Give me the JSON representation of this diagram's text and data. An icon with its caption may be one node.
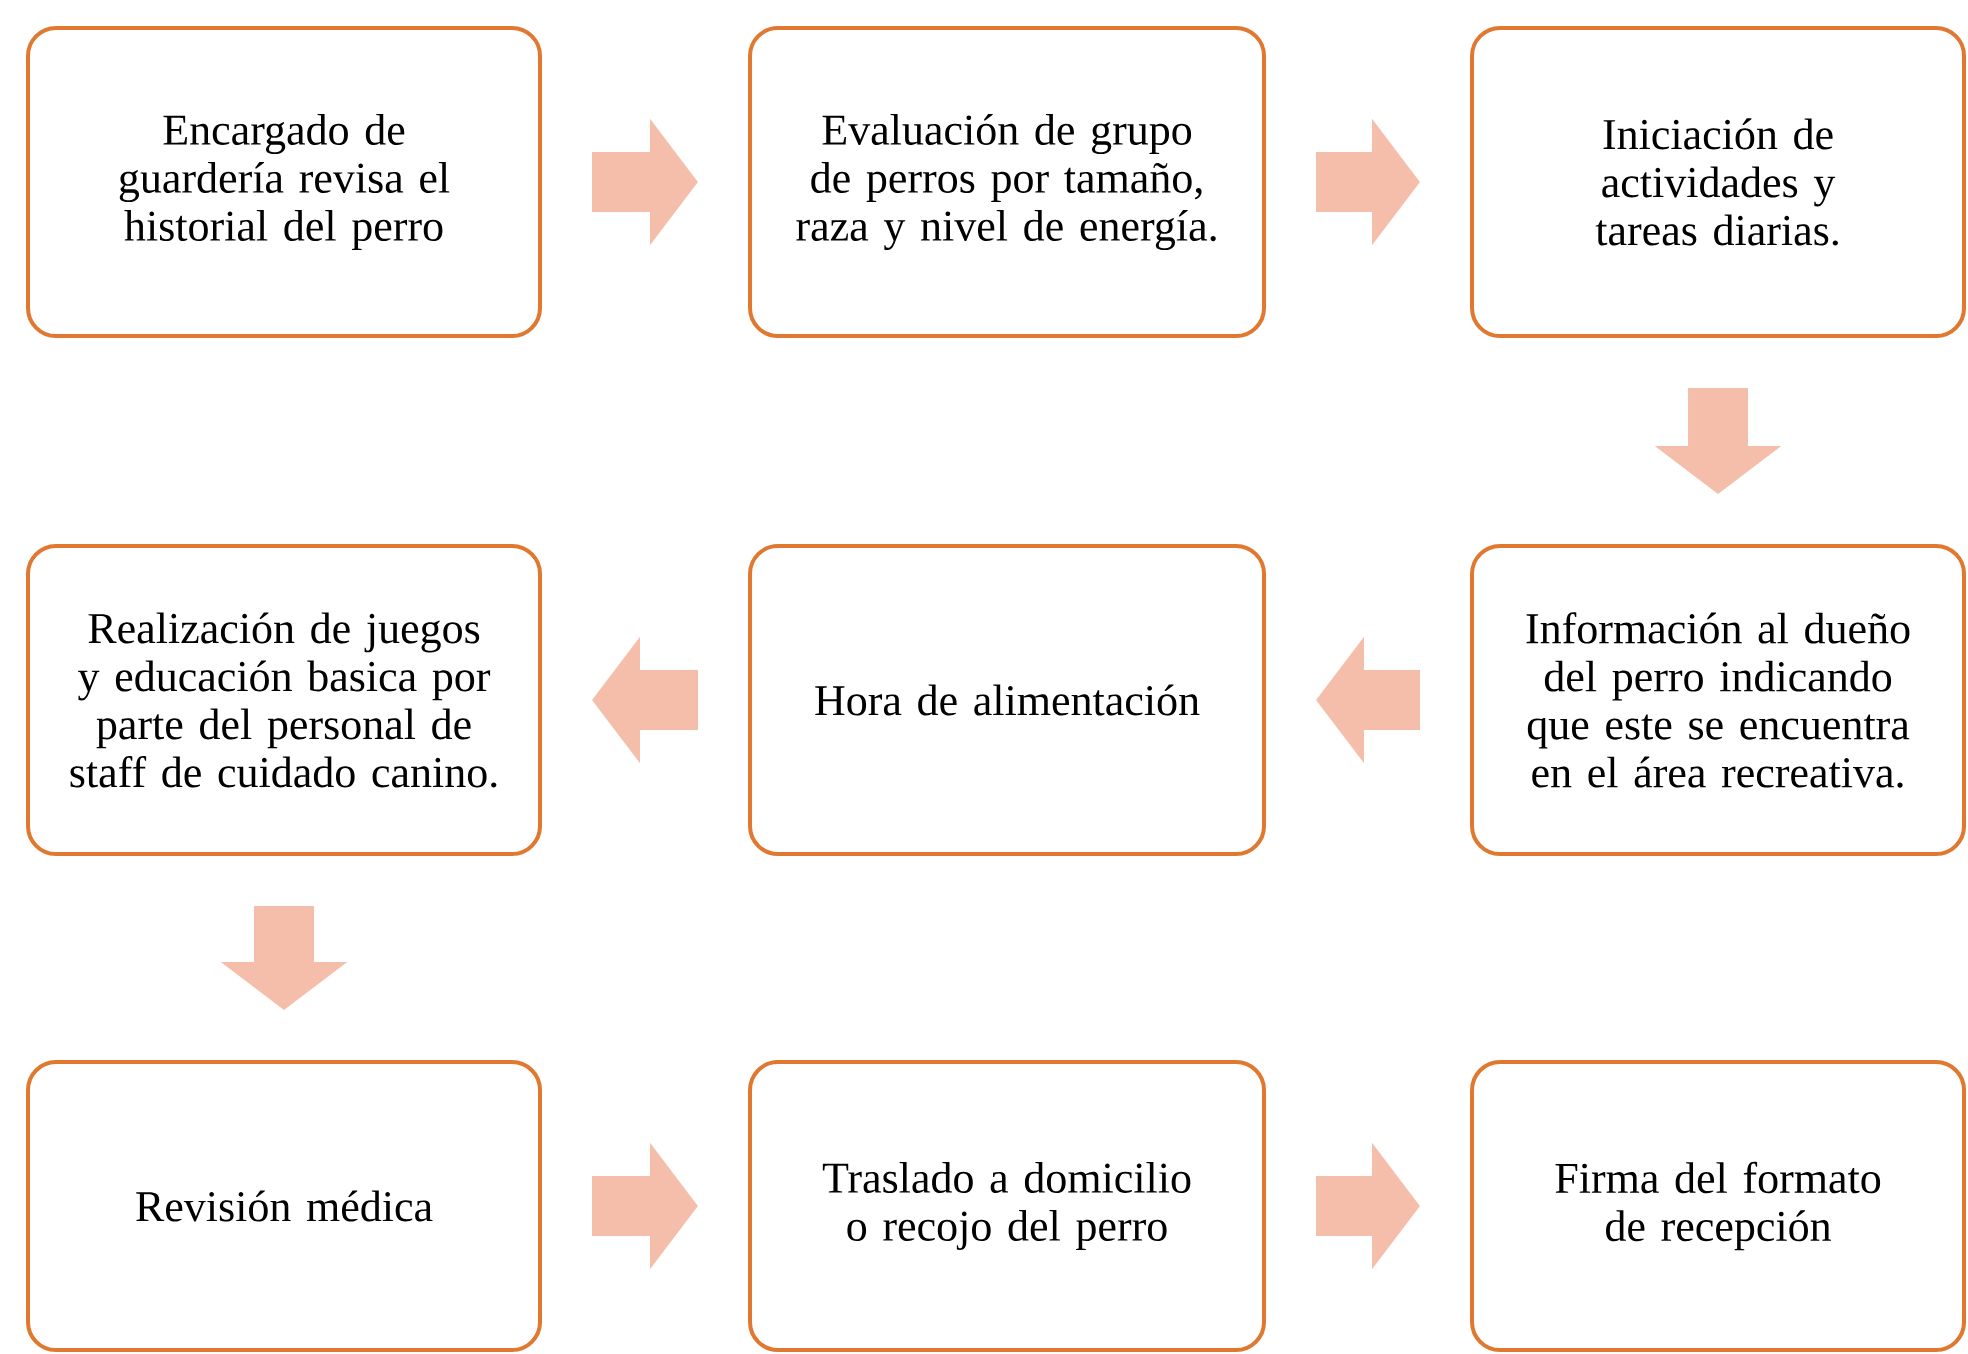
{
  "diagram": {
    "nodes": [
      {
        "text": [
          "Encargado de guardería revisa el historial del perro"
        ]
      },
      {
        "text": [
          "Evaluación de grupo de perros por tamaño, raza y nivel de energía."
        ]
      },
      {
        "text": [
          "Iniciación de actividades y tareas diarias."
        ]
      },
      {
        "text": [
          "Realización de juegos y educación basica por parte del personal de staff de cuidado canino."
        ]
      },
      {
        "text": [
          "Hora de alimentación"
        ]
      },
      {
        "text": [
          "Información al dueño del perro indicando que este se encuentra en el área recreativa."
        ]
      },
      {
        "text": [
          "Revisión médica"
        ]
      },
      {
        "text": [
          "Traslado a domicilio o recojo del perro"
        ]
      },
      {
        "text": [
          "Firma del formato de recepción"
        ]
      }
    ],
    "edges": [
      {
        "from": 0,
        "to": 1,
        "arrow": "to"
      },
      {
        "from": 1,
        "to": 2,
        "arrow": "to"
      },
      {
        "from": 2,
        "to": 5,
        "arrow": "to"
      },
      {
        "from": 5,
        "to": 4,
        "arrow": "to"
      },
      {
        "from": 4,
        "to": 3,
        "arrow": "to"
      },
      {
        "from": 3,
        "to": 6,
        "arrow": "to"
      },
      {
        "from": 6,
        "to": 7,
        "arrow": "to"
      },
      {
        "from": 7,
        "to": 8,
        "arrow": "to"
      }
    ]
  }
}
